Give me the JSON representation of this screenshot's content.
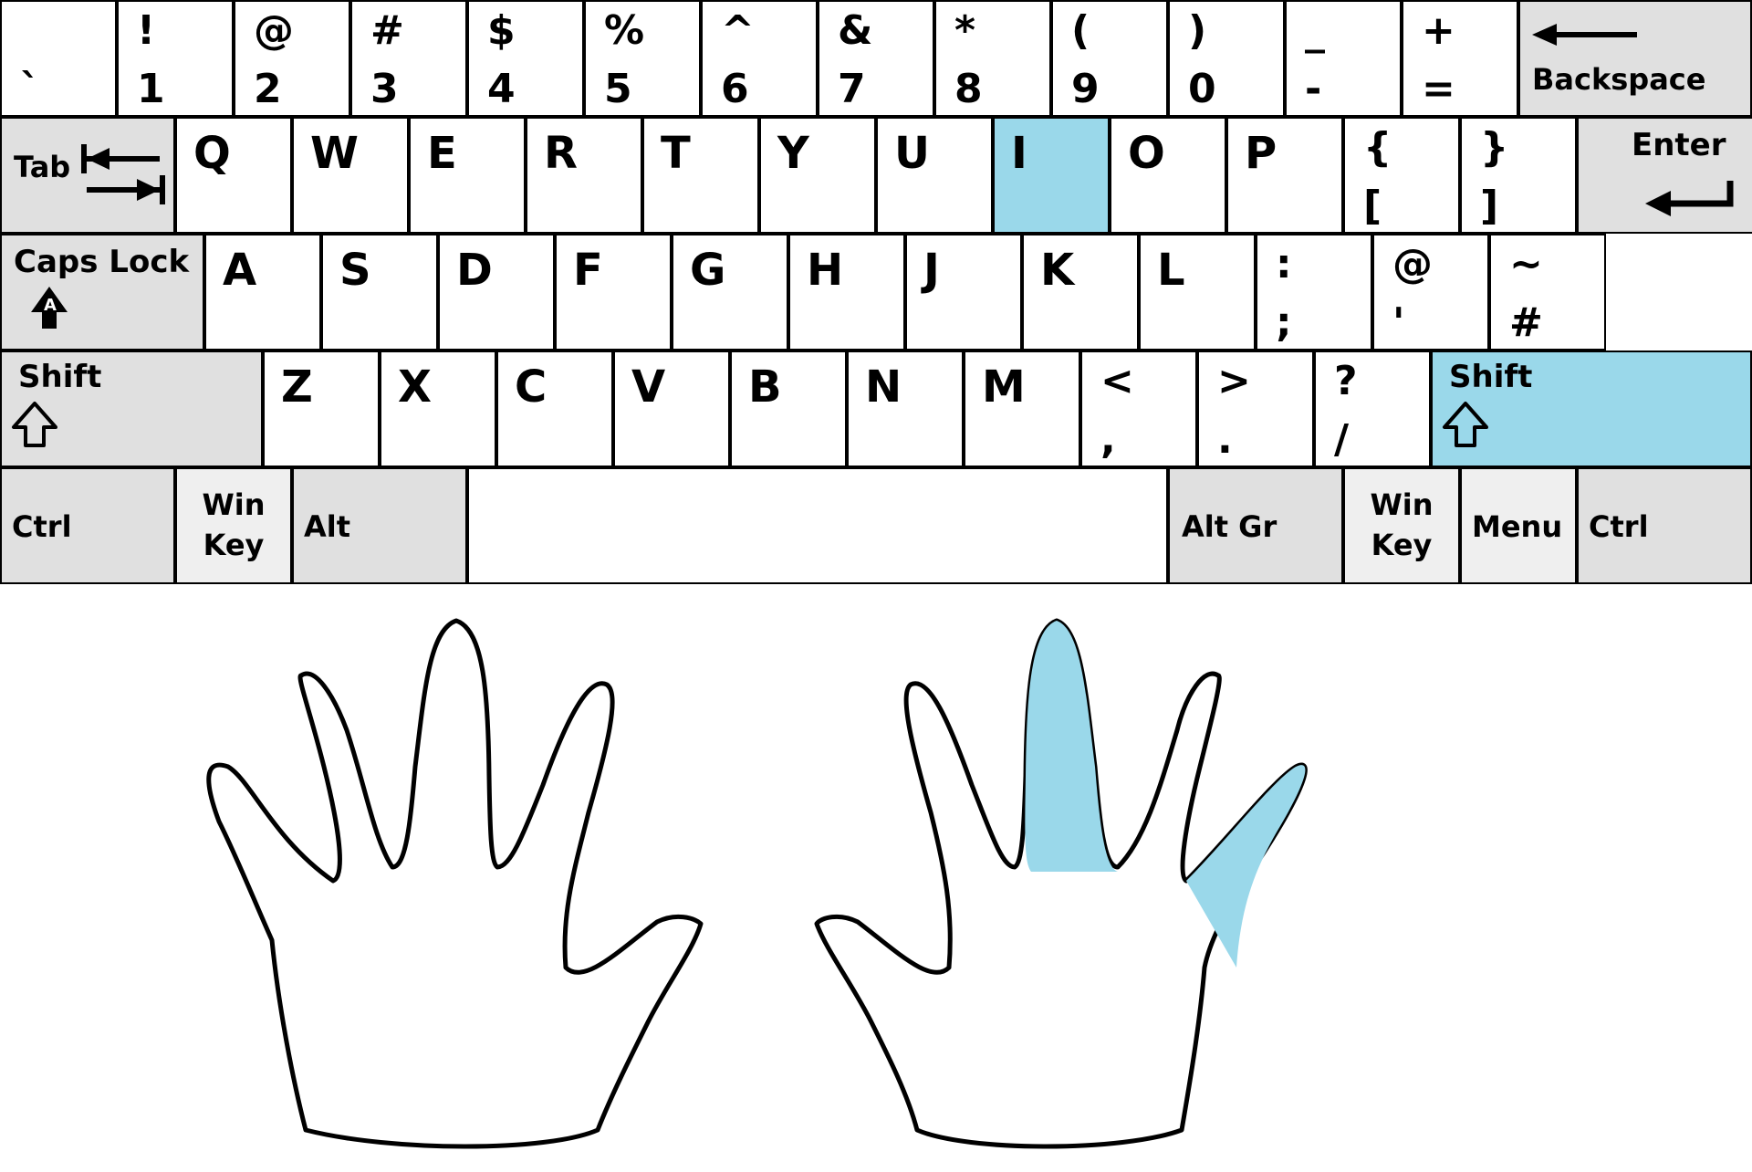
{
  "colors": {
    "key_fill": "#ffffff",
    "modifier_fill": "#e0e0e0",
    "win_key_fill": "#efefef",
    "highlight": "#9ad8ea",
    "alt_gr_label": "#0000ff",
    "key_border": "#000000",
    "hand_outline": "#000000"
  },
  "keyboard": {
    "rows": [
      [
        {
          "name": "backtick",
          "top": "",
          "bottom": "`"
        },
        {
          "name": "1",
          "top": "!",
          "bottom": "1"
        },
        {
          "name": "2",
          "top": "@",
          "bottom": "2"
        },
        {
          "name": "3",
          "top": "#",
          "bottom": "3"
        },
        {
          "name": "4",
          "top": "$",
          "bottom": "4"
        },
        {
          "name": "5",
          "top": "%",
          "bottom": "5"
        },
        {
          "name": "6",
          "top": "^",
          "bottom": "6"
        },
        {
          "name": "7",
          "top": "&",
          "bottom": "7"
        },
        {
          "name": "8",
          "top": "*",
          "bottom": "8"
        },
        {
          "name": "9",
          "top": "(",
          "bottom": "9"
        },
        {
          "name": "0",
          "top": ")",
          "bottom": "0"
        },
        {
          "name": "minus",
          "top": "_",
          "bottom": "-"
        },
        {
          "name": "equals",
          "top": "+",
          "bottom": "="
        },
        {
          "name": "backspace",
          "label": "Backspace",
          "icon": "backspace-arrow-icon",
          "modifier": true
        }
      ],
      [
        {
          "name": "tab",
          "label": "Tab",
          "icon": "tab-arrows-icon",
          "modifier": true
        },
        {
          "name": "q",
          "label": "Q"
        },
        {
          "name": "w",
          "label": "W"
        },
        {
          "name": "e",
          "label": "E"
        },
        {
          "name": "r",
          "label": "R"
        },
        {
          "name": "t",
          "label": "T"
        },
        {
          "name": "y",
          "label": "Y"
        },
        {
          "name": "u",
          "label": "U"
        },
        {
          "name": "i",
          "label": "I",
          "highlight": true
        },
        {
          "name": "o",
          "label": "O"
        },
        {
          "name": "p",
          "label": "P"
        },
        {
          "name": "left-bracket",
          "top": "{",
          "bottom": "["
        },
        {
          "name": "right-bracket",
          "top": "}",
          "bottom": "]"
        },
        {
          "name": "enter",
          "label": "Enter",
          "icon": "enter-arrow-icon",
          "modifier": true
        }
      ],
      [
        {
          "name": "caps-lock",
          "label": "Caps Lock",
          "icon": "caps-lock-icon",
          "modifier": true
        },
        {
          "name": "a",
          "label": "A"
        },
        {
          "name": "s",
          "label": "S"
        },
        {
          "name": "d",
          "label": "D"
        },
        {
          "name": "f",
          "label": "F"
        },
        {
          "name": "g",
          "label": "G"
        },
        {
          "name": "h",
          "label": "H"
        },
        {
          "name": "j",
          "label": "J"
        },
        {
          "name": "k",
          "label": "K"
        },
        {
          "name": "l",
          "label": "L"
        },
        {
          "name": "semicolon",
          "top": ":",
          "bottom": ";"
        },
        {
          "name": "apostrophe",
          "top": "@",
          "bottom": "'"
        },
        {
          "name": "hash",
          "top": "~",
          "bottom": "#"
        }
      ],
      [
        {
          "name": "left-shift",
          "label": "Shift",
          "icon": "shift-arrow-icon",
          "modifier": true
        },
        {
          "name": "z",
          "label": "Z"
        },
        {
          "name": "x",
          "label": "X"
        },
        {
          "name": "c",
          "label": "C"
        },
        {
          "name": "v",
          "label": "V"
        },
        {
          "name": "b",
          "label": "B"
        },
        {
          "name": "n",
          "label": "N"
        },
        {
          "name": "m",
          "label": "M"
        },
        {
          "name": "comma",
          "top": "<",
          "bottom": ","
        },
        {
          "name": "period",
          "top": ">",
          "bottom": "."
        },
        {
          "name": "slash",
          "top": "?",
          "bottom": "/"
        },
        {
          "name": "right-shift",
          "label": "Shift",
          "icon": "shift-arrow-icon",
          "modifier": true,
          "highlight": true
        }
      ],
      [
        {
          "name": "left-ctrl",
          "label": "Ctrl",
          "modifier": true
        },
        {
          "name": "left-win-key",
          "label": "Win\nKey",
          "modifier": true,
          "win": true
        },
        {
          "name": "left-alt",
          "label": "Alt",
          "modifier": true
        },
        {
          "name": "space",
          "label": ""
        },
        {
          "name": "alt-gr",
          "label": "Alt Gr",
          "modifier": true,
          "altgr": true
        },
        {
          "name": "right-win-key",
          "label": "Win\nKey",
          "modifier": true,
          "win": true
        },
        {
          "name": "menu",
          "label": "Menu",
          "modifier": true,
          "win": true
        },
        {
          "name": "right-ctrl",
          "label": "Ctrl",
          "modifier": true
        }
      ]
    ]
  },
  "hands": {
    "left": {
      "highlighted_fingers": []
    },
    "right": {
      "highlighted_fingers": [
        "middle",
        "pinky"
      ]
    }
  }
}
